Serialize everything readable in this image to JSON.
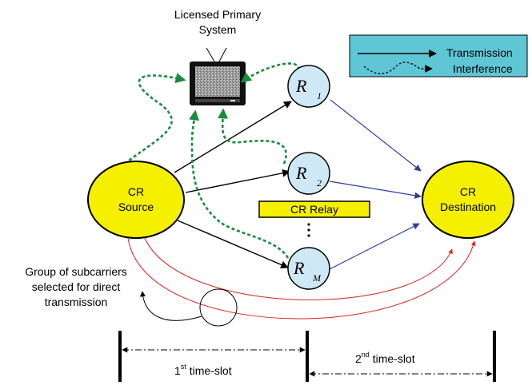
{
  "primary_system": {
    "line1": "Licensed Primary",
    "line2": "System"
  },
  "legend": {
    "transmission": "Transmission",
    "interference": "Interference"
  },
  "source": {
    "line1": "CR",
    "line2": "Source"
  },
  "destination": {
    "line1": "CR",
    "line2": "Destination"
  },
  "relays": [
    {
      "name": "R",
      "sub": "1"
    },
    {
      "name": "R",
      "sub": "2"
    },
    {
      "name": "R",
      "sub": "M"
    }
  ],
  "relay_box_label": "CR Relay",
  "ellipsis": "⋮",
  "subcarrier_note": {
    "line1": "Group of subcarriers",
    "line2": "selected for direct",
    "line3": "transmission"
  },
  "timeslot1": {
    "num": "1",
    "sup": "st",
    "text": " time-slot"
  },
  "timeslot2": {
    "num": "2",
    "sup": "nd",
    "text": " time-slot"
  },
  "colors": {
    "node_fill": "#f5f000",
    "relay_fill": "#cfe8f5",
    "legend_fill": "#5ec6d5",
    "interference": "#1a8a3c",
    "second_hop": "#2b3f9e",
    "direct": "#e02020"
  }
}
